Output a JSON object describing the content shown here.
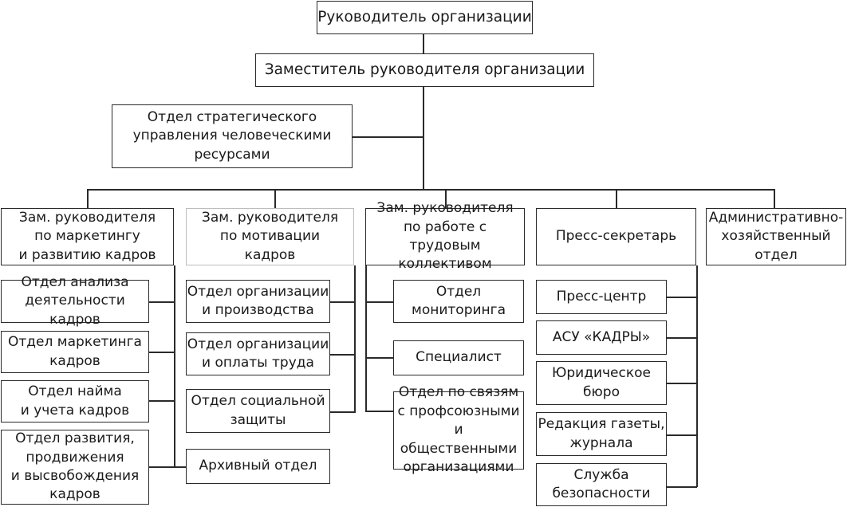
{
  "top": {
    "head": "Руководитель организации",
    "deputy": "Заместитель руководителя организации",
    "strategic_dept": "Отдел стратегического\nуправления человеческими\nресурсами"
  },
  "columns": [
    {
      "title": "Зам. руководителя\nпо маркетингу\nи развитию кадров",
      "items": [
        "Отдел анализа\nдеятельности кадров",
        "Отдел маркетинга\nкадров",
        "Отдел найма\nи учета кадров",
        "Отдел развития,\nпродвижения\nи высвобождения\nкадров"
      ]
    },
    {
      "title": "Зам. руководителя\nпо мотивации\nкадров",
      "items": [
        "Отдел организации\nи производства",
        "Отдел организации\nи оплаты труда",
        "Отдел социальной\nзащиты",
        "Архивный отдел"
      ]
    },
    {
      "title": "Зам. руководителя\nпо работе с трудовым\nколлективом",
      "items": [
        "Отдел\nмониторинга",
        "Специалист",
        "Отдел по связям\nс профсоюзными\nи общественными\nорганизациями"
      ]
    },
    {
      "title": "Пресс-секретарь",
      "items": [
        "Пресс-центр",
        "АСУ «КАДРЫ»",
        "Юридическое\nбюро",
        "Редакция газеты,\nжурнала",
        "Служба\nбезопасности"
      ]
    },
    {
      "title": "Административно-\nхозяйственный\nотдел",
      "items": []
    }
  ]
}
